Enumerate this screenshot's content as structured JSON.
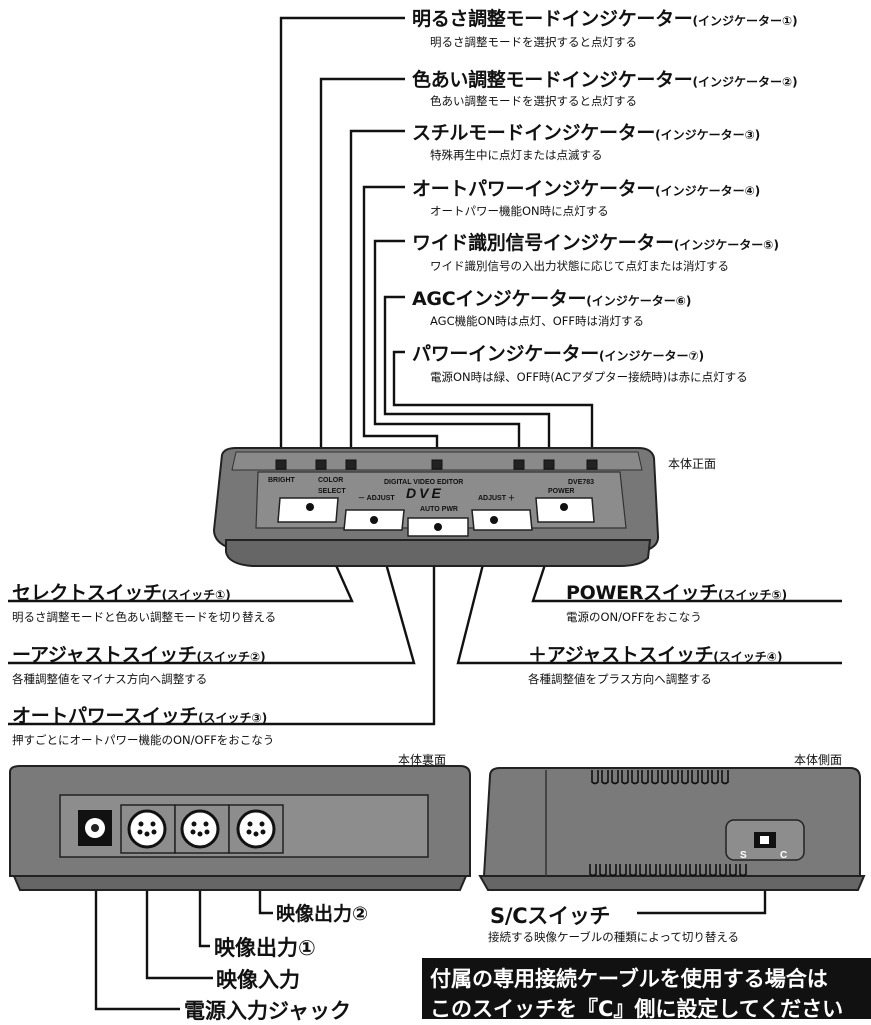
{
  "front": {
    "caption": "本体正面",
    "device": {
      "brand_small": "DIGITAL VIDEO EDITOR",
      "logo": "DVE",
      "model": "DVE783",
      "label_bright": "BRIGHT",
      "label_color": "COLOR",
      "label_select": "SELECT",
      "label_adjust_minus": "－ ADJUST",
      "label_adjust_plus": "ADJUST ＋",
      "label_auto_pwr": "AUTO PWR",
      "label_power": "POWER"
    },
    "indicators": [
      {
        "title": "明るさ調整モードインジケーター",
        "sub": "(インジケーター①)",
        "desc": "明るさ調整モードを選択すると点灯する"
      },
      {
        "title": "色あい調整モードインジケーター",
        "sub": "(インジケーター②)",
        "desc": "色あい調整モードを選択すると点灯する"
      },
      {
        "title": "スチルモードインジケーター",
        "sub": "(インジケーター③)",
        "desc": "特殊再生中に点灯または点滅する"
      },
      {
        "title": "オートパワーインジケーター",
        "sub": "(インジケーター④)",
        "desc": "オートパワー機能ON時に点灯する"
      },
      {
        "title": "ワイド識別信号インジケーター",
        "sub": "(インジケーター⑤)",
        "desc": "ワイド識別信号の入出力状態に応じて点灯または消灯する"
      },
      {
        "title": "AGCインジケーター",
        "sub": "(インジケーター⑥)",
        "desc": "AGC機能ON時は点灯、OFF時は消灯する"
      },
      {
        "title": "パワーインジケーター",
        "sub": "(インジケーター⑦)",
        "desc": "電源ON時は緑、OFF時(ACアダプター接続時)は赤に点灯する"
      }
    ],
    "switches": {
      "select": {
        "title": "セレクトスイッチ",
        "sub": "(スイッチ①)",
        "desc": "明るさ調整モードと色あい調整モードを切り替える"
      },
      "minus": {
        "title": "ーアジャストスイッチ",
        "sub": "(スイッチ②)",
        "desc": "各種調整値をマイナス方向へ調整する"
      },
      "auto": {
        "title": "オートパワースイッチ",
        "sub": "(スイッチ③)",
        "desc": "押すごとにオートパワー機能のON/OFFをおこなう"
      },
      "plus": {
        "title": "＋アジャストスイッチ",
        "sub": "(スイッチ④)",
        "desc": "各種調整値をプラス方向へ調整する"
      },
      "power": {
        "title": "POWERスイッチ",
        "sub": "(スイッチ⑤)",
        "desc": "電源のON/OFFをおこなう"
      }
    }
  },
  "back": {
    "caption": "本体裏面",
    "ports": {
      "out2": "映像出力②",
      "out1": "映像出力①",
      "in": "映像入力",
      "power_jack": "電源入力ジャック"
    }
  },
  "side": {
    "caption": "本体側面",
    "switch_title": "S/Cスイッチ",
    "switch_desc": "接続する映像ケーブルの種類によって切り替える",
    "label_s": "S",
    "label_c": "C"
  },
  "notice": {
    "line1": "付属の専用接続ケーブルを使用する場合は",
    "line2": "このスイッチを『C』側に設定してください"
  }
}
